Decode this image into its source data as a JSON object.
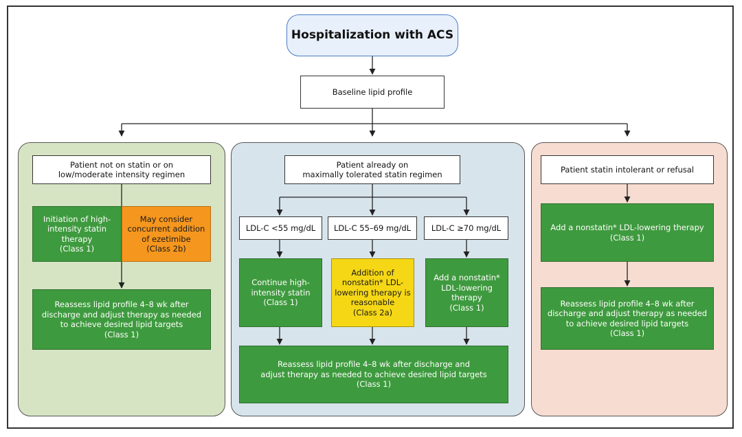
{
  "title": "Hospitalization with ACS",
  "baseline": "Baseline lipid profile",
  "colors": {
    "green_panel": "#d6e4c4",
    "blue_panel": "#d7e4ec",
    "pink_panel": "#f7dcd2",
    "green_box": "#3e9a3e",
    "orange_box": "#f5961e",
    "yellow_box": "#f5d716",
    "title_fill": "#e8f0fb",
    "title_border": "#4a7cc4"
  },
  "left": {
    "header": "Patient not on statin or on\nlow/moderate intensity regimen",
    "initiation": "Initiation of high-\nintensity statin\ntherapy\n(Class 1)",
    "ezetimibe": "May consider\nconcurrent addition\nof ezetimibe\n(Class 2b)",
    "reassess": "Reassess lipid profile 4–8 wk after\ndischarge and adjust therapy as needed\nto achieve desired lipid targets\n(Class 1)"
  },
  "middle": {
    "header": "Patient already on\nmaximally tolerated statin regimen",
    "ldl_low": "LDL-C <55 mg/dL",
    "ldl_mid": "LDL-C 55–69 mg/dL",
    "ldl_high": "LDL-C ≥70 mg/dL",
    "continue": "Continue high-\nintensity statin\n(Class 1)",
    "addition": "Addition of\nnonstatin* LDL-\nlowering therapy is\nreasonable\n(Class 2a)",
    "add_nonstatin": "Add a nonstatin*\nLDL-lowering\ntherapy\n(Class 1)",
    "reassess": "Reassess lipid profile 4–8 wk after discharge and\nadjust therapy as needed to achieve desired lipid targets\n(Class 1)"
  },
  "right": {
    "header": "Patient statin intolerant or refusal",
    "add": "Add a nonstatin* LDL-lowering therapy\n(Class 1)",
    "reassess": "Reassess lipid profile 4–8 wk after\ndischarge and adjust therapy as needed\nto achieve desired lipid targets\n(Class 1)"
  }
}
